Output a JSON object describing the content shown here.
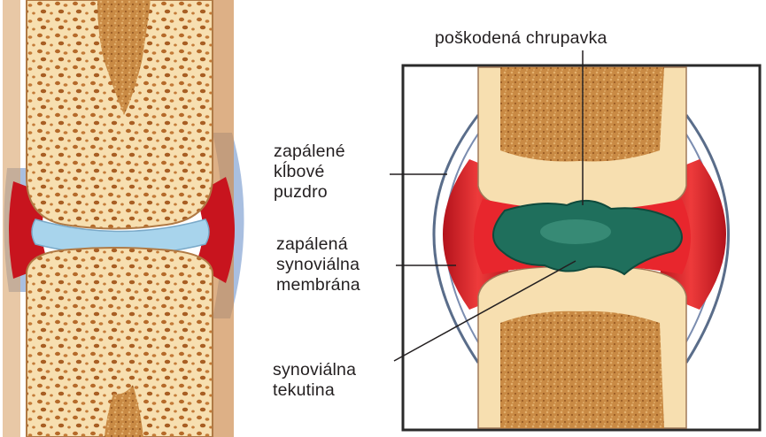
{
  "labels": {
    "damaged_cartilage": "poškodená chrupavka",
    "inflamed_capsule": [
      "zapálené",
      "kĺbové",
      "puzdro"
    ],
    "inflamed_membrane": [
      "zapálená",
      "synoviálna",
      "membrána"
    ],
    "synovial_fluid": [
      "synoviálna",
      "tekutina"
    ]
  },
  "colors": {
    "bone": "#f7dfb0",
    "marrow": "#c98a44",
    "inflamed_red": "#e8262d",
    "fluid_green": "#1f6f5c",
    "capsule_blue": "#a9bfe0",
    "cartilage_blue": "#a8d4ec",
    "frame": "#2a2a2a"
  }
}
